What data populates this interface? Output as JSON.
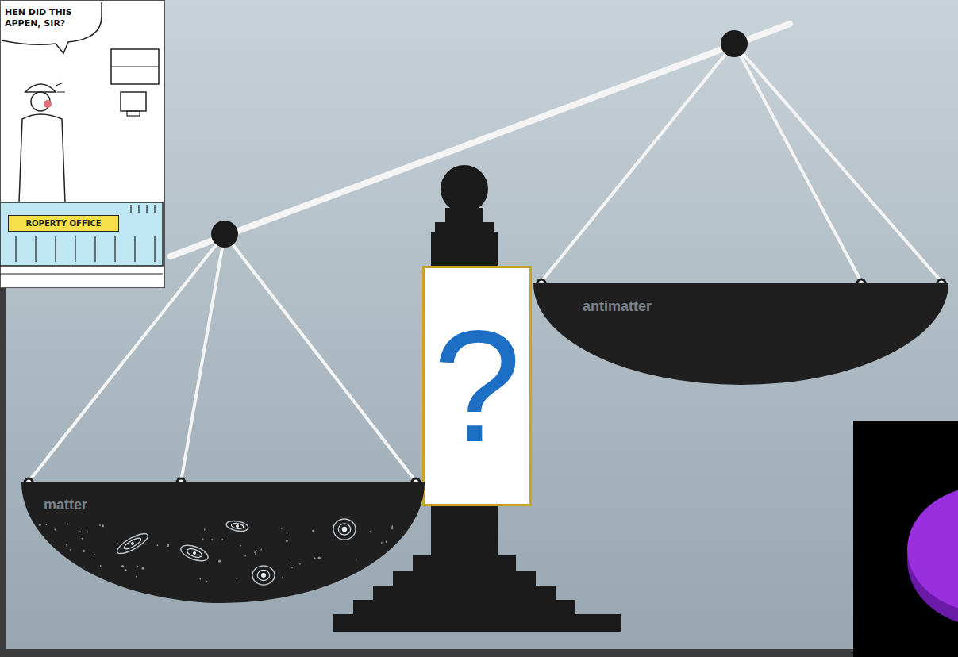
{
  "diagram": {
    "nodes": [
      {
        "text": [
          "HEN DID THIS APPEN, SIR?"
        ]
      },
      {
        "text": [
          "ROPERTY OFFICE"
        ]
      },
      {
        "text": [
          "?"
        ]
      },
      {
        "text": [
          "antimatter"
        ]
      },
      {
        "text": [
          "matter"
        ]
      }
    ]
  }
}
